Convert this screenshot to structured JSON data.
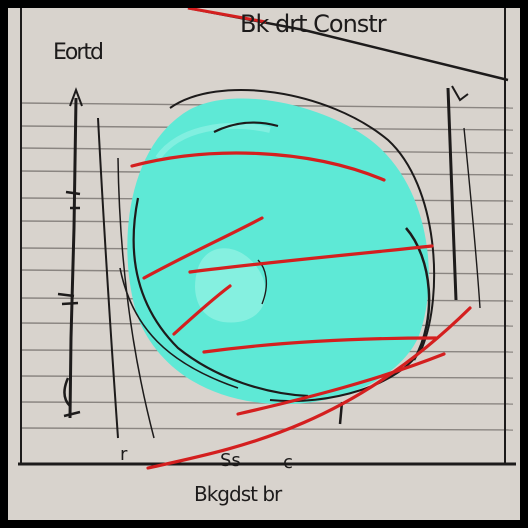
{
  "sketch": {
    "title": "Bk drt Constr",
    "corner_text": "Eortd",
    "footer_text": "Bkgdst br",
    "marks": [
      "r",
      "Ss",
      "c"
    ],
    "colors": {
      "paper": "#d8d3cd",
      "ink": "#1d1b1b",
      "blob_fill": "#5ee9d6",
      "blob_highlight": "#9af3e6",
      "scribble": "#d41f1f",
      "frame": "#000000"
    }
  }
}
